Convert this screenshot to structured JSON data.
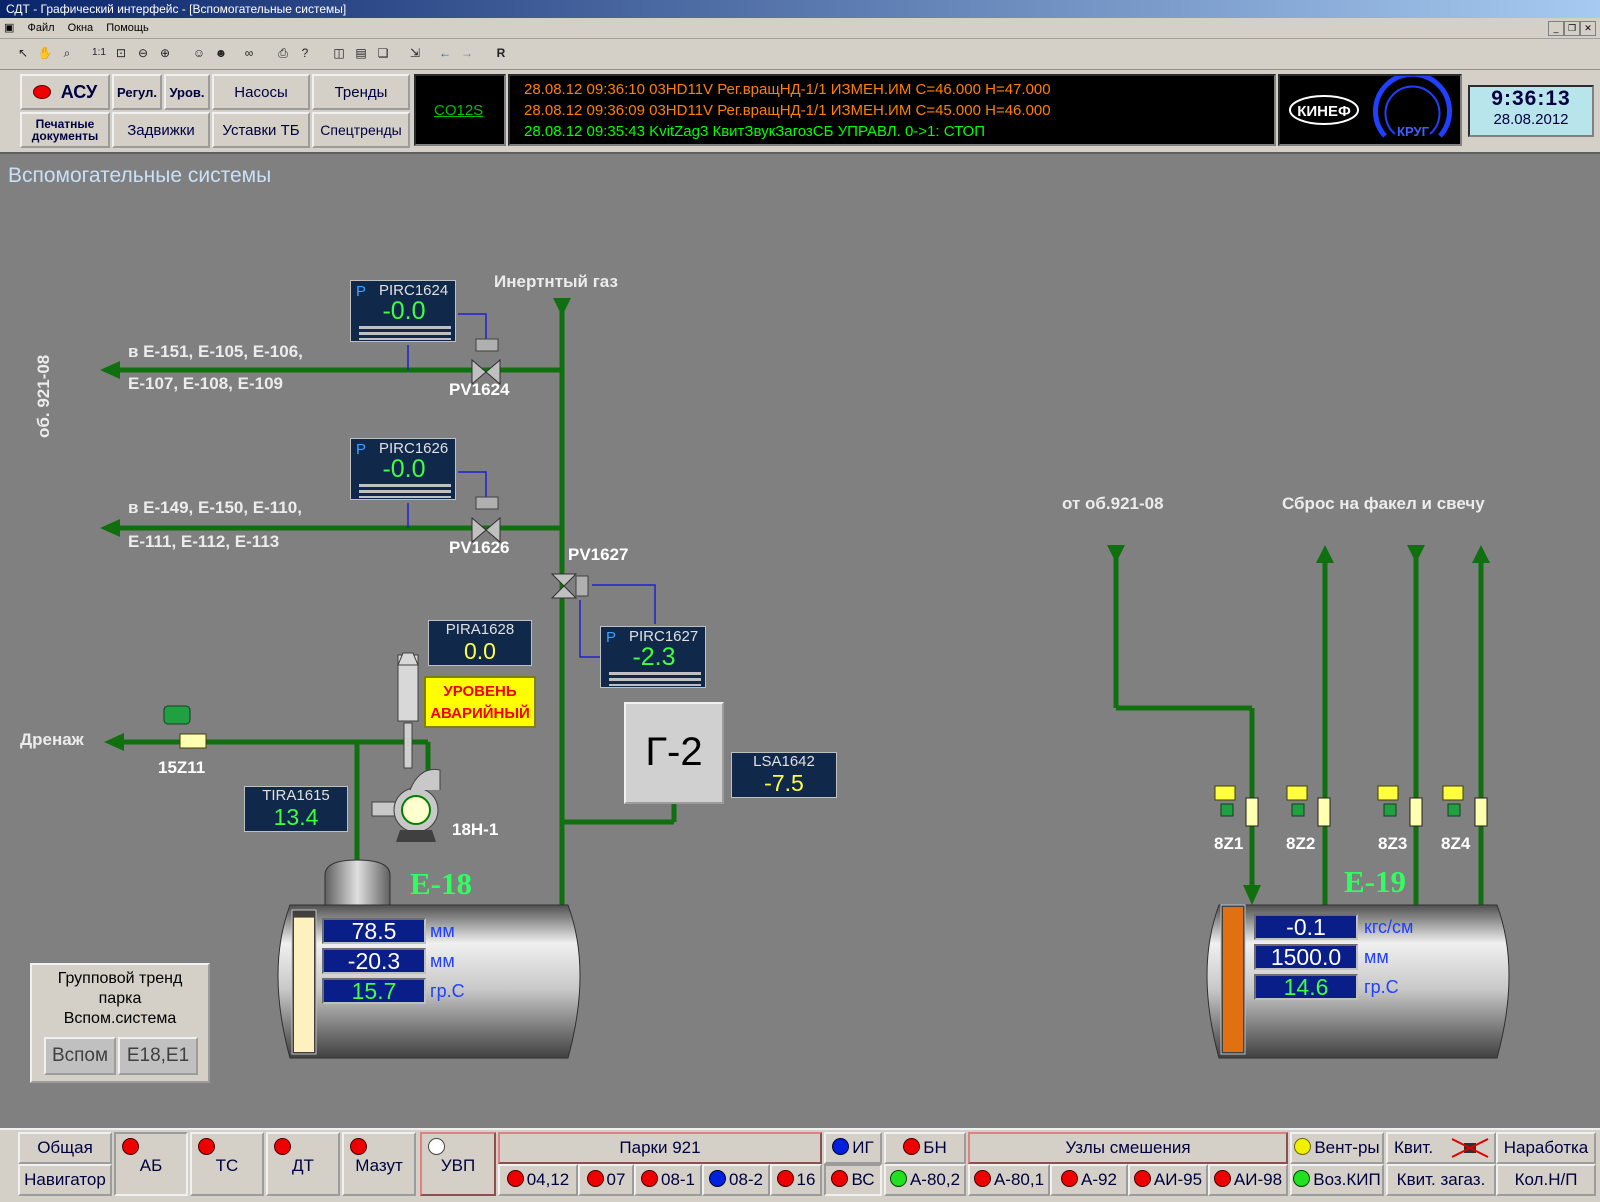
{
  "window": {
    "title": "СДТ - Графический интерфейс - [Вспомогательные системы]"
  },
  "menu": [
    "Файл",
    "Окна",
    "Помощь"
  ],
  "toolbar": {
    "r_label": "R"
  },
  "header": {
    "asu": "АСУ",
    "regul": "Регул.",
    "urov": "Уров.",
    "nasosy": "Насосы",
    "trendy": "Тренды",
    "pechat": "Печатные документы",
    "zadvizhki": "Задвижки",
    "ustavki": "Уставки ТБ",
    "spectrendy": "Спецтренды",
    "co": "CO12S",
    "events": [
      {
        "text": "28.08.12 09:36:10  03HD11V Рег.вращНД-1/1 ИЗМЕН.ИМ   С=46.000 Н=47.000",
        "color": "#ff8000"
      },
      {
        "text": "28.08.12 09:36:09  03HD11V Рег.вращНД-1/1 ИЗМЕН.ИМ   С=45.000 Н=46.000",
        "color": "#ff8000"
      },
      {
        "text": "28.08.12 09:35:43  KvitZag3 КвитЗвукЗагозСБ  УПРАВЛ. 0->1:     СТОП",
        "color": "#00ff00"
      }
    ],
    "logo1": "КИНЕФ",
    "logo2": "КРУГ",
    "time": "9:36:13",
    "date": "28.08.2012"
  },
  "page": {
    "title": "Вспомогательные системы"
  },
  "scheme": {
    "inert_gas": "Инертнтый газ",
    "line1a": "в Е-151, Е-105, Е-106,",
    "line1b": "Е-107, Е-108, Е-109",
    "line2a": "в Е-149, Е-150, Е-110,",
    "line2b": "Е-111, Е-112, Е-113",
    "ob": "об. 921-08",
    "drain": "Дренаж",
    "from_ob": "от об.921-08",
    "flare": "Сброс на факел и свечу",
    "pv1624": "PV1624",
    "pv1626": "PV1626",
    "pv1627": "PV1627",
    "z15": "15Z11",
    "pump": "18Н-1",
    "z1": "8Z1",
    "z2": "8Z2",
    "z3": "8Z3",
    "z4": "8Z4",
    "g2": "Г-2",
    "alarm": "УРОВЕНЬ АВАРИЙНЫЙ",
    "pirc1624": {
      "p": "P",
      "name": "PIRC1624",
      "value": "-0.0"
    },
    "pirc1626": {
      "p": "P",
      "name": "PIRC1626",
      "value": "-0.0"
    },
    "pirc1627": {
      "p": "P",
      "name": "PIRC1627",
      "value": "-2.3"
    },
    "pira1628": {
      "name": "PIRA1628",
      "value": "0.0",
      "color": "#ffff40"
    },
    "tira1615": {
      "name": "TIRA1615",
      "value": "13.4",
      "color": "#40ff40"
    },
    "lsa1642": {
      "name": "LSA1642",
      "value": "-7.5",
      "color": "#ffff40"
    },
    "e18": {
      "title": "Е-18",
      "values": [
        "78.5",
        "-20.3",
        "15.7"
      ],
      "units": [
        "мм",
        "мм",
        "гр.С"
      ],
      "level_fill": 0.96
    },
    "e19": {
      "title": "Е-19",
      "values": [
        "-0.1",
        "1500.0",
        "14.6"
      ],
      "units": [
        "кгс/см",
        "мм",
        "гр.С"
      ],
      "level_fill": 1.0
    }
  },
  "group_trend": {
    "title": "Групповой тренд парка Вспом.система",
    "btn1": "Вспом",
    "btn2": "Е18,Е1"
  },
  "bottom": {
    "obshaya": "Общая",
    "navigator": "Навигатор",
    "ab": "АБ",
    "ts": "ТС",
    "dt": "ДТ",
    "mazut": "Мазут",
    "uvp": "УВП",
    "parki": "Парки 921",
    "p0412": "04,12",
    "p07": "07",
    "p081": "08-1",
    "p082": "08-2",
    "p16": "16",
    "ig": "ИГ",
    "bn": "БН",
    "vs": "ВС",
    "a802": "А-80,2",
    "uzly": "Узлы смешения",
    "a801": "А-80,1",
    "a92": "А-92",
    "ai95": "АИ-95",
    "ai98": "АИ-98",
    "vent": "Вент-ры",
    "kvit": "Квит.",
    "narabotka": "Наработка",
    "voz": "Воз.КИП",
    "kvit_zag": "Квит. загаз.",
    "kolnp": "Кол.Н/П"
  }
}
